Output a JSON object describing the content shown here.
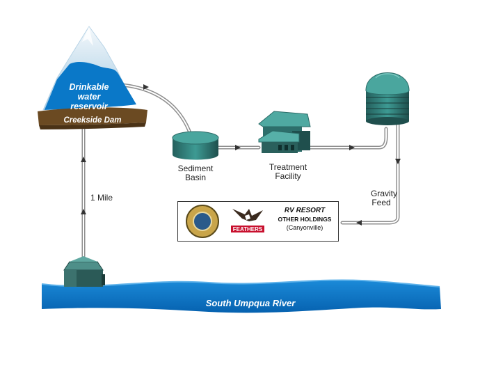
{
  "diagram": {
    "reservoir_line1": "Drinkable",
    "reservoir_line2": "water",
    "reservoir_line3": "reservoir",
    "dam_label": "Creekside Dam",
    "distance_label": "1 Mile",
    "sediment_line1": "Sediment",
    "sediment_line2": "Basin",
    "treatment_line1": "Treatment",
    "treatment_line2": "Facility",
    "gravity_line1": "Gravity",
    "gravity_line2": "Feed",
    "river_label": "South Umpqua River",
    "legend": {
      "line1": "RV RESORT",
      "line2": "OTHER HOLDINGS",
      "line3": "(Canyonville)",
      "feathers_logo_text": "FEATHERS",
      "seal_logo": "seal-logo"
    },
    "colors": {
      "water": "#0a78c8",
      "dam": "#6b4a22",
      "structure": "#2e7f7a",
      "pipe": "#9a9a9a"
    }
  }
}
